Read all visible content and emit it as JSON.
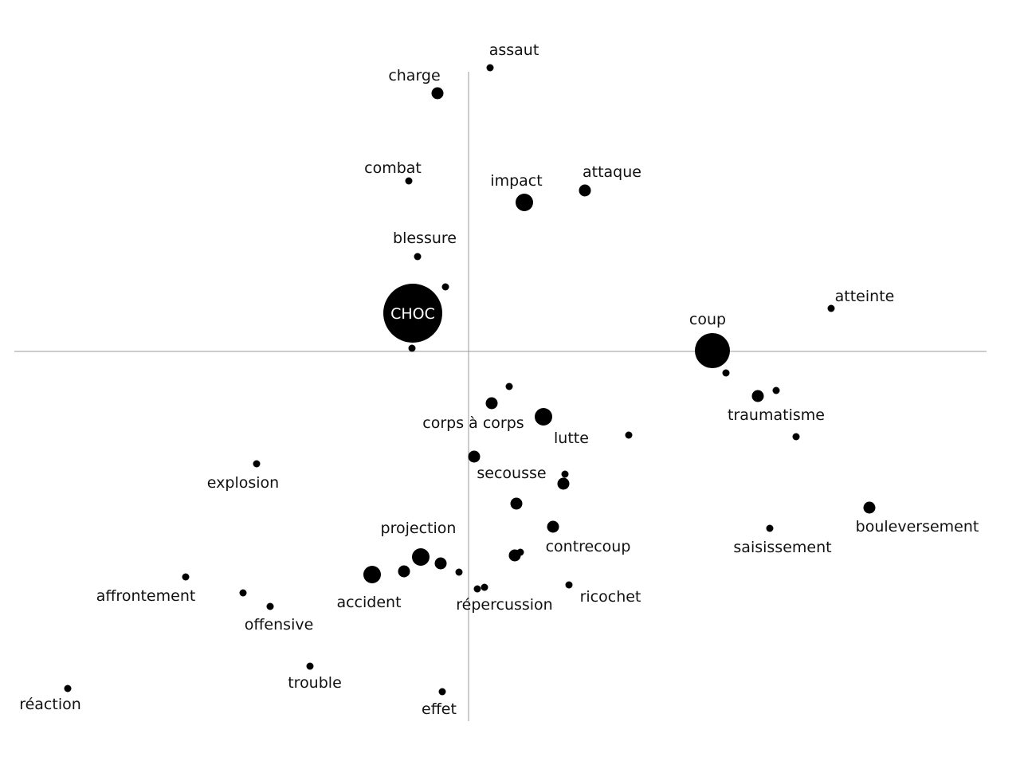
{
  "center_word": "CHOC",
  "colors": {
    "background": "#ffffff",
    "dot": "#000000",
    "axis": "#9a9a9a",
    "text": "#111111",
    "center_text": "#ffffff"
  },
  "points": [
    {
      "label": "assaut",
      "weight": 1
    },
    {
      "label": "charge",
      "weight": 2
    },
    {
      "label": "combat",
      "weight": 1
    },
    {
      "label": "impact",
      "weight": 3
    },
    {
      "label": "attaque",
      "weight": 2
    },
    {
      "label": "blessure",
      "weight": 1
    },
    {
      "label": "atteinte",
      "weight": 1
    },
    {
      "label": "coup",
      "weight": 5
    },
    {
      "label": "traumatisme",
      "weight": 2
    },
    {
      "label": "corps à corps",
      "weight": 2
    },
    {
      "label": "lutte",
      "weight": 3
    },
    {
      "label": "explosion",
      "weight": 1
    },
    {
      "label": "secousse",
      "weight": 2
    },
    {
      "label": "bouleversement",
      "weight": 2
    },
    {
      "label": "projection",
      "weight": 3
    },
    {
      "label": "contrecoup",
      "weight": 2
    },
    {
      "label": "saisissement",
      "weight": 1
    },
    {
      "label": "accident",
      "weight": 3
    },
    {
      "label": "affrontement",
      "weight": 1
    },
    {
      "label": "répercussion",
      "weight": 1
    },
    {
      "label": "ricochet",
      "weight": 1
    },
    {
      "label": "offensive",
      "weight": 1
    },
    {
      "label": "trouble",
      "weight": 1
    },
    {
      "label": "réaction",
      "weight": 1
    },
    {
      "label": "effet",
      "weight": 1
    }
  ],
  "extra_dots": [
    {
      "weight": 1
    },
    {
      "weight": 1
    },
    {
      "weight": 1
    },
    {
      "weight": 1
    },
    {
      "weight": 1
    },
    {
      "weight": 1
    },
    {
      "weight": 1
    },
    {
      "weight": 2
    },
    {
      "weight": 2
    },
    {
      "weight": 2
    },
    {
      "weight": 1
    },
    {
      "weight": 2
    },
    {
      "weight": 1
    },
    {
      "weight": 2
    },
    {
      "weight": 1
    },
    {
      "weight": 1
    },
    {
      "weight": 1
    }
  ]
}
